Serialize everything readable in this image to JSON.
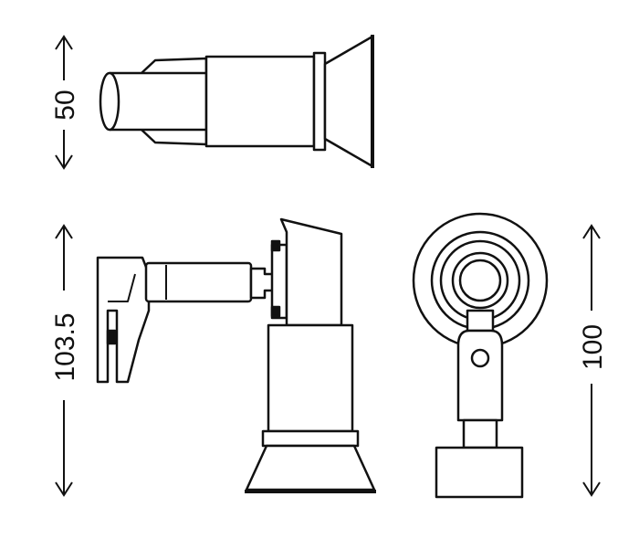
{
  "colors": {
    "stroke": "#111111",
    "fill": "#ffffff",
    "background": "#ffffff"
  },
  "dimensions": {
    "top_view_height": "50",
    "side_view_height": "103.5",
    "front_view_height": "100"
  }
}
